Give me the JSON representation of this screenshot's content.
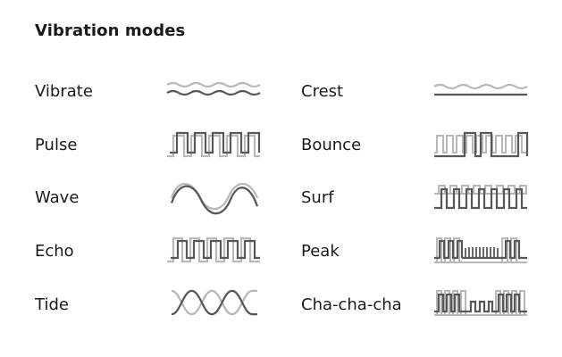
{
  "title": "Vibration modes",
  "colors": {
    "dark": "#585858",
    "light": "#b8b8b8",
    "text": "#1a1a1a"
  },
  "modes": [
    {
      "label": "Vibrate",
      "icon": "vibrate-waveform-icon"
    },
    {
      "label": "Pulse",
      "icon": "pulse-waveform-icon"
    },
    {
      "label": "Wave",
      "icon": "wave-waveform-icon"
    },
    {
      "label": "Echo",
      "icon": "echo-waveform-icon"
    },
    {
      "label": "Tide",
      "icon": "tide-waveform-icon"
    },
    {
      "label": "Crest",
      "icon": "crest-waveform-icon"
    },
    {
      "label": "Bounce",
      "icon": "bounce-waveform-icon"
    },
    {
      "label": "Surf",
      "icon": "surf-waveform-icon"
    },
    {
      "label": "Peak",
      "icon": "peak-waveform-icon"
    },
    {
      "label": "Cha-cha-cha",
      "icon": "cha-cha-cha-waveform-icon"
    }
  ]
}
